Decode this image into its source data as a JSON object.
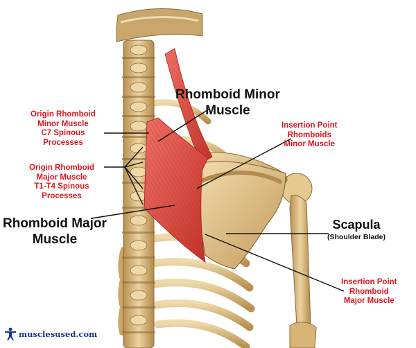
{
  "labels": {
    "rhomboid_minor_muscle": [
      "Rhomboid Minor",
      "Muscle"
    ],
    "origin_minor": [
      "Origin Rhomboid",
      "Minor Muscle",
      "C7 Spinous",
      "Processes"
    ],
    "origin_major": [
      "Origin Rhomboid",
      "Major Muscle",
      "T1-T4 Spinous",
      "Processes"
    ],
    "insertion_minor": [
      "Insertion Point",
      "Rhomboids",
      "Minor Muscle"
    ],
    "rhomboid_major_muscle": [
      "Rhomboid Major",
      "Muscle"
    ],
    "scapula": "Scapula",
    "scapula_sub": "(Shoulder Blade)",
    "insertion_major": [
      "Insertion Point",
      "Rhomboid",
      "Major Muscle"
    ]
  },
  "logo": {
    "text": "musclesused.com",
    "icon": "human-figure-icon"
  },
  "colors": {
    "label_red": "#e0161e",
    "label_black": "#111111",
    "muscle": "#d9453e",
    "bone": "#e2c38b",
    "logo_blue": "#15349a"
  }
}
